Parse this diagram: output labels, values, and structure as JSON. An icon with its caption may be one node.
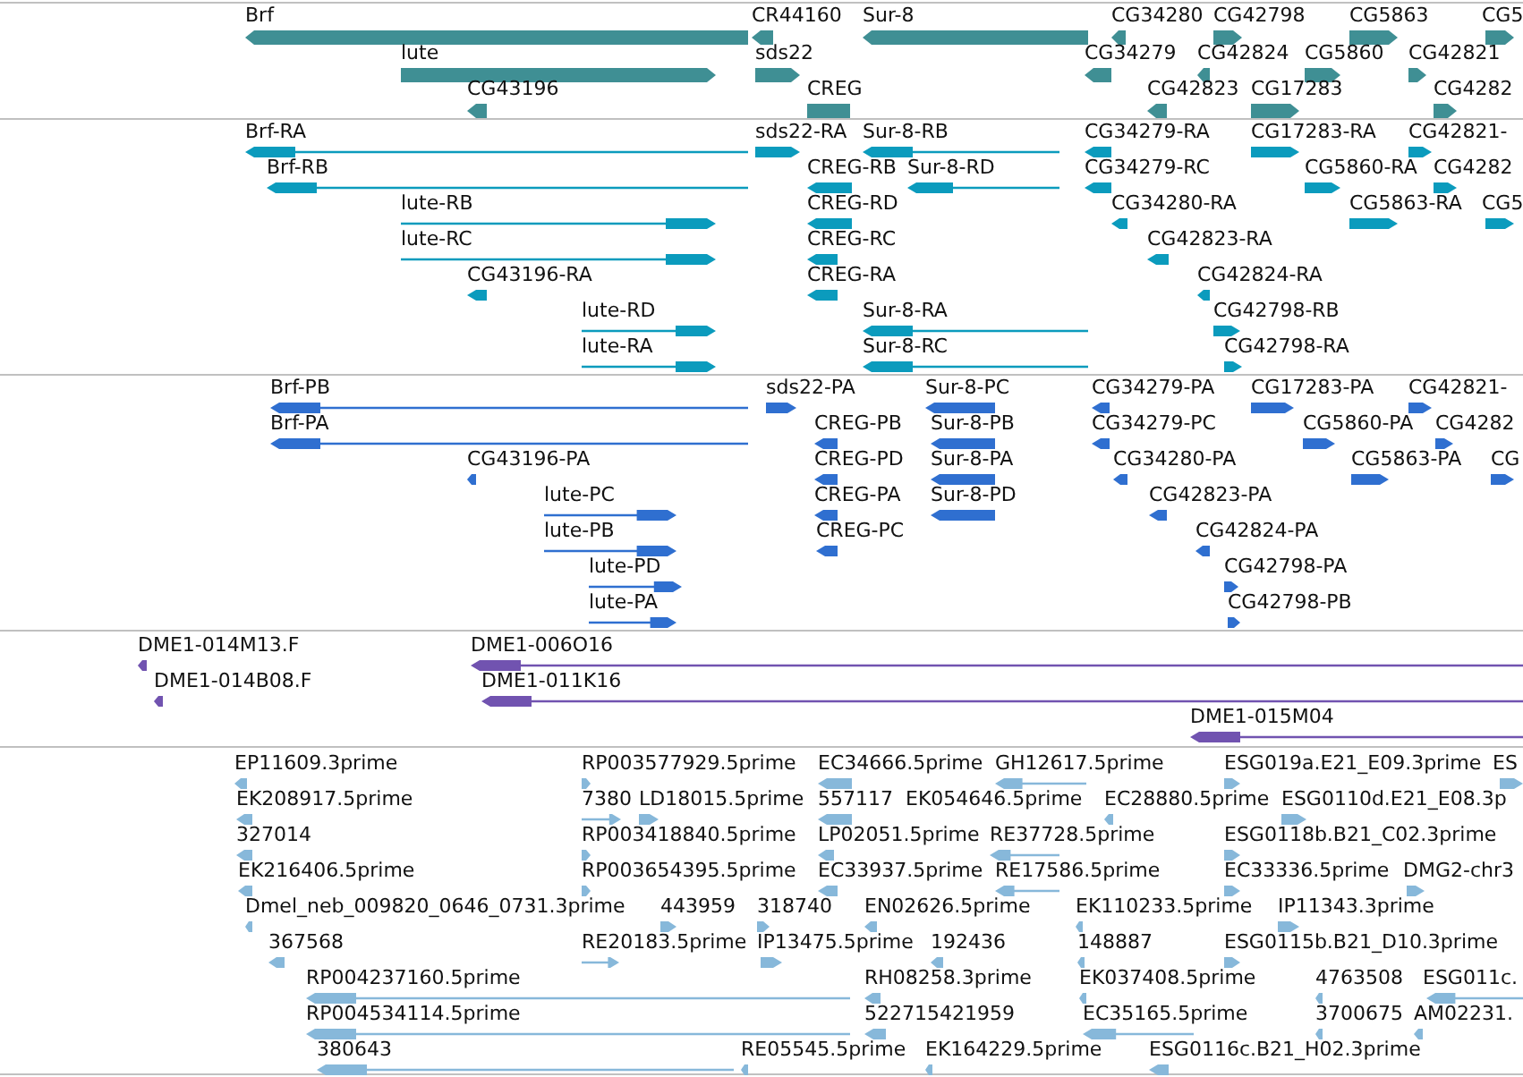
{
  "diagram": {
    "labels": [
      "Brf",
      "CR44160",
      "Sur-8",
      "CG34280",
      "CG42798",
      "CG5863",
      "CG5",
      "lute",
      "sds22",
      "CG34279",
      "CG42824",
      "CG5860",
      "CG42821",
      "CG43196",
      "CREG",
      "CG42823",
      "CG17283",
      "CG4282",
      "Brf-RA",
      "sds22-RA",
      "Sur-8-RB",
      "CG34279-RA",
      "CG17283-RA",
      "CG42821-",
      "Brf-RB",
      "CREG-RB",
      "Sur-8-RD",
      "CG34279-RC",
      "CG5860-RA",
      "CG4282",
      "lute-RB",
      "CREG-RD",
      "CG34280-RA",
      "CG5863-RA",
      "CG5",
      "lute-RC",
      "CREG-RC",
      "CG42823-RA",
      "CG43196-RA",
      "CREG-RA",
      "CG42824-RA",
      "lute-RD",
      "Sur-8-RA",
      "CG42798-RB",
      "lute-RA",
      "Sur-8-RC",
      "CG42798-RA",
      "Brf-PB",
      "sds22-PA",
      "Sur-8-PC",
      "CG34279-PA",
      "CG17283-PA",
      "CG42821-",
      "Brf-PA",
      "CREG-PB",
      "Sur-8-PB",
      "CG34279-PC",
      "CG5860-PA",
      "CG4282",
      "CG43196-PA",
      "CREG-PD",
      "Sur-8-PA",
      "CG34280-PA",
      "CG5863-PA",
      "CG",
      "lute-PC",
      "CREG-PA",
      "Sur-8-PD",
      "CG42823-PA",
      "lute-PB",
      "CREG-PC",
      "CG42824-PA",
      "lute-PD",
      "CG42798-PA",
      "lute-PA",
      "CG42798-PB",
      "DME1-014M13.F",
      "DME1-006O16",
      "DME1-014B08.F",
      "DME1-011K16",
      "DME1-015M04",
      "EP11609.3prime",
      "RP003577929.5prime",
      "EC34666.5prime",
      "GH12617.5prime",
      "ESG019a.E21_E09.3prime",
      "ES",
      "EK208917.5prime",
      "7380",
      "LD18015.5prime",
      "557117",
      "EK054646.5prime",
      "EC28880.5prime",
      "ESG0110d.E21_E08.3p",
      "327014",
      "RP003418840.5prime",
      "LP02051.5prime",
      "RE37728.5prime",
      "ESG0118b.B21_C02.3prime",
      "EK216406.5prime",
      "RP003654395.5prime",
      "EC33937.5prime",
      "RE17586.5prime",
      "EC33336.5prime",
      "DMG2-chr3",
      "Dmel_neb_009820_0646_0731.3prime",
      "443959",
      "318740",
      "EN02626.5prime",
      "EK110233.5prime",
      "IP11343.3prime",
      "367568",
      "RE20183.5prime",
      "IP13475.5prime",
      "192436",
      "148887",
      "ESG0115b.B21_D10.3prime",
      "RP004237160.5prime",
      "RH08258.3prime",
      "EK037408.5prime",
      "4763508",
      "ESG011c.",
      "RP004534114.5prime",
      "522715421959",
      "EC35165.5prime",
      "3700675",
      "AM02231.",
      "380643",
      "RE05545.5prime",
      "EK164229.5prime",
      "ESG0116c.B21_H02.3prime"
    ]
  }
}
